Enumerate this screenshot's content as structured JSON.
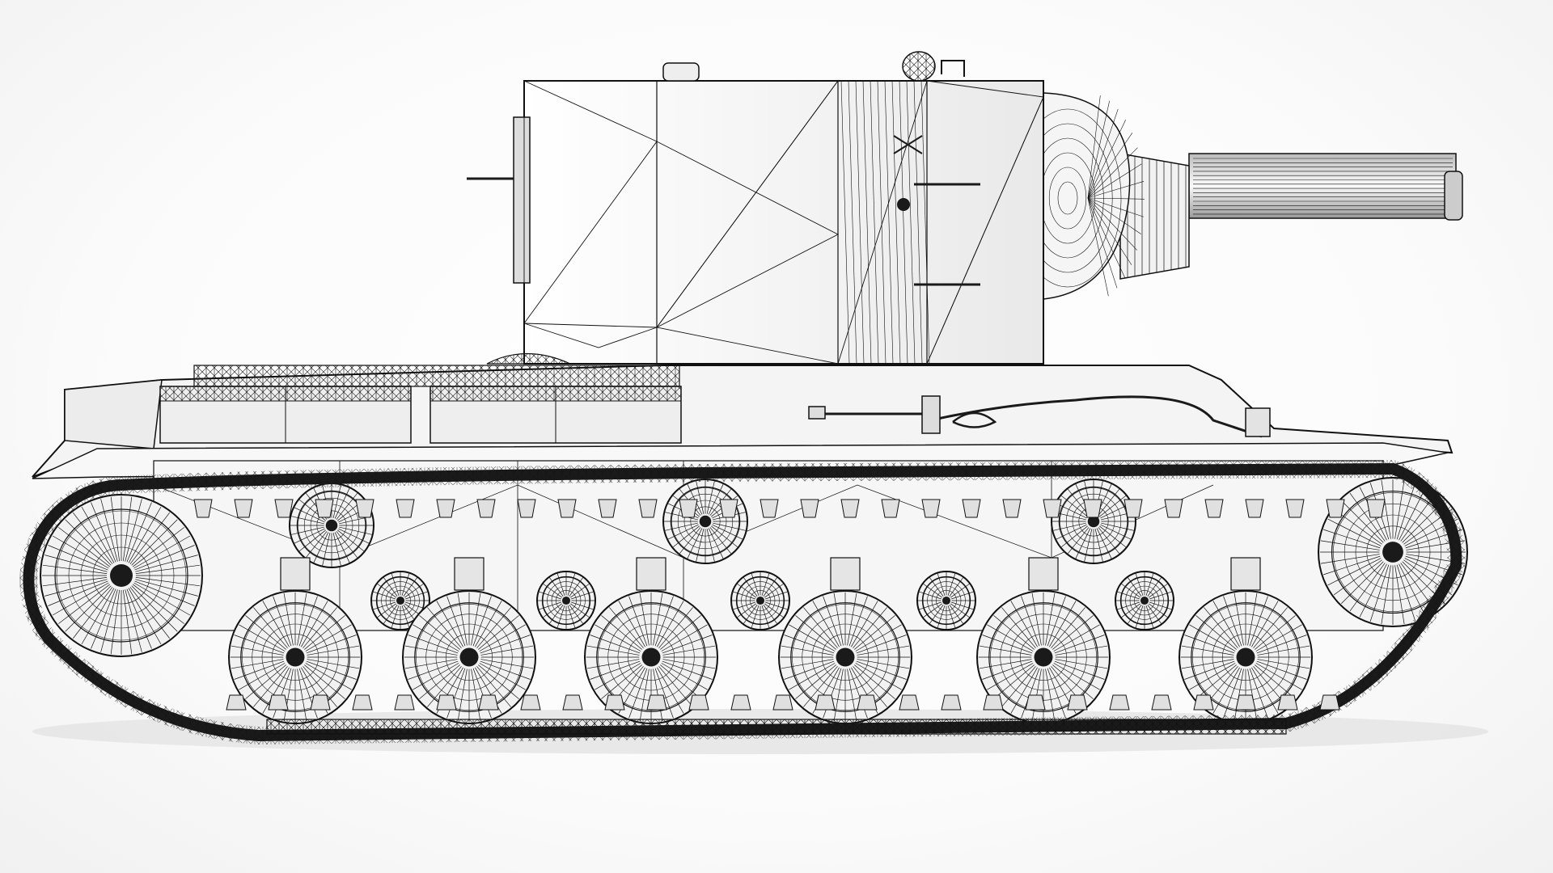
{
  "scene": {
    "subject": "wireframe-tank-side-view",
    "colors": {
      "background": "#ffffff",
      "surface": "#f3f3f3",
      "surface_shade": "#e6e6e6",
      "wire": "#111111",
      "dark": "#1a1a1a",
      "shadow": "#d8d8d8"
    },
    "road_wheel_count": 6,
    "return_roller_count": 3,
    "support_roller_count": 5,
    "track_link_count": 58
  }
}
